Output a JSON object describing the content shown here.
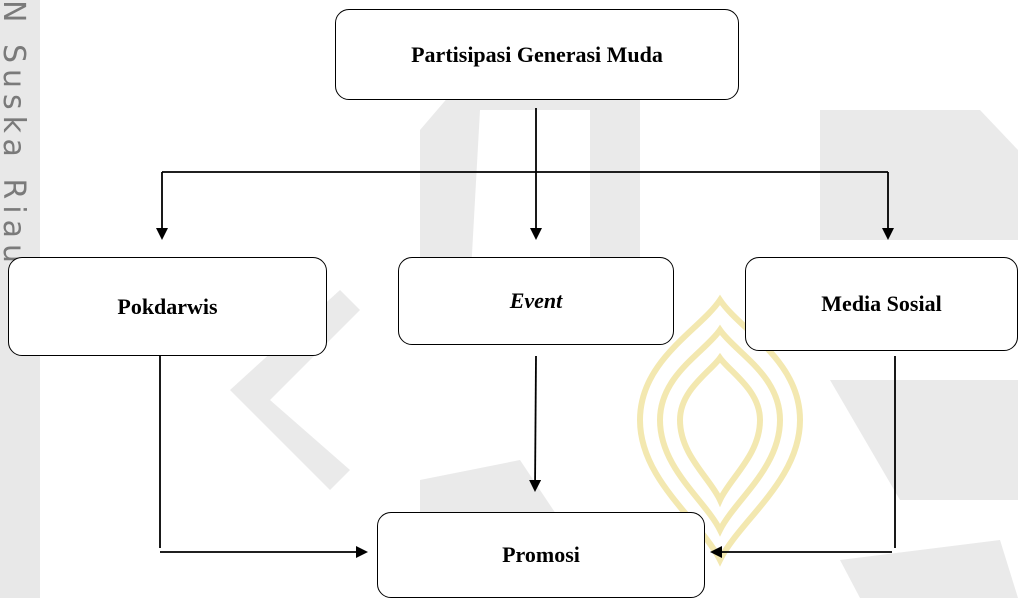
{
  "watermark": {
    "side_text": "N Suska Riau",
    "color": "#d9d9d9",
    "accent_color": "#f3e8b0"
  },
  "diagram": {
    "nodes": [
      {
        "id": "top",
        "label": "Partisipasi Generasi Muda",
        "italic": false
      },
      {
        "id": "pokdarwis",
        "label": "Pokdarwis",
        "italic": false
      },
      {
        "id": "event",
        "label": "Event",
        "italic": true
      },
      {
        "id": "media",
        "label": "Media Sosial",
        "italic": false
      },
      {
        "id": "promosi",
        "label": "Promosi",
        "italic": false
      }
    ],
    "edges": [
      {
        "from": "top",
        "to": "pokdarwis"
      },
      {
        "from": "top",
        "to": "event"
      },
      {
        "from": "top",
        "to": "media"
      },
      {
        "from": "pokdarwis",
        "to": "promosi"
      },
      {
        "from": "event",
        "to": "promosi"
      },
      {
        "from": "media",
        "to": "promosi"
      }
    ]
  }
}
